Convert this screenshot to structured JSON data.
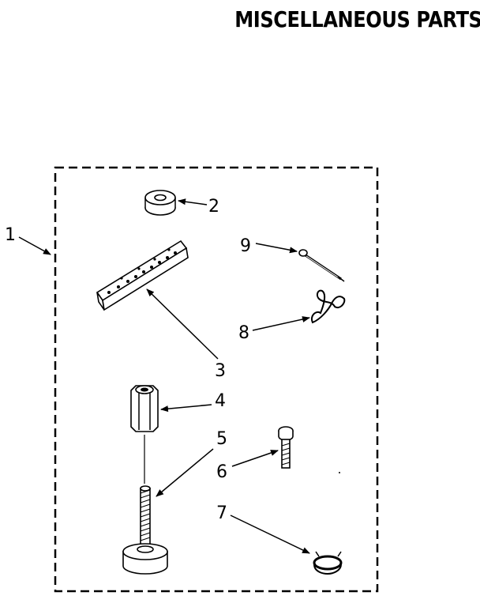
{
  "title": "MISCELLANEOUS PARTS",
  "callouts": {
    "c1": "1",
    "c2": "2",
    "c3": "3",
    "c4": "4",
    "c5": "5",
    "c6": "6",
    "c7": "7",
    "c8": "8",
    "c9": "9"
  }
}
